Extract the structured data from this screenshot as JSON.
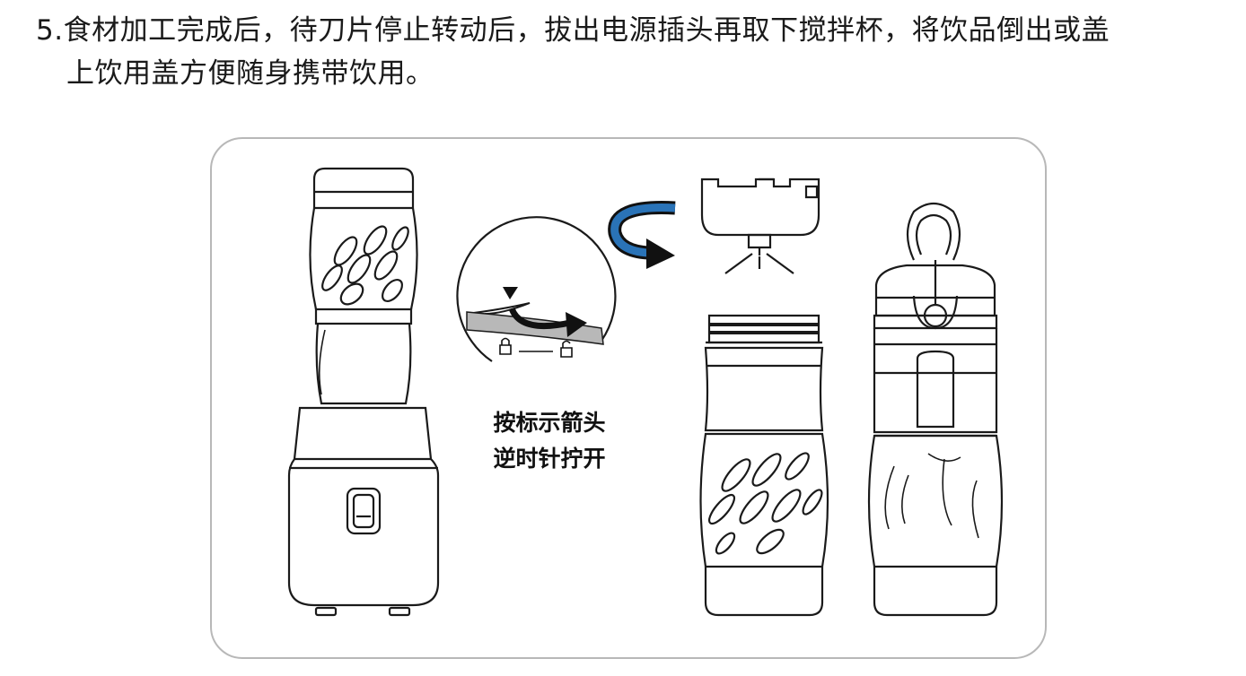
{
  "instruction": {
    "line1": "5.食材加工完成后，待刀片停止转动后，拔出电源插头再取下搅拌杯，将饮品倒出或盖",
    "line2": "上饮用盖方便随身携带饮用。"
  },
  "caption": {
    "line1": "按标示箭头",
    "line2": "逆时针拧开"
  },
  "icons": [
    "blender-assembled-icon",
    "unlock-rotation-detail-icon",
    "blade-assembly-icon",
    "rotate-arrow-icon",
    "blender-cup-icon",
    "cup-with-drinking-lid-icon"
  ]
}
